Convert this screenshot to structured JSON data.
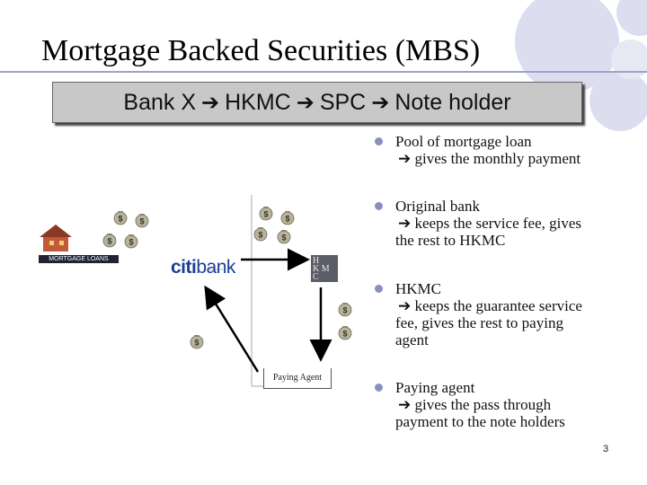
{
  "slide": {
    "title": "Mortgage Backed Securities (MBS)",
    "flow": {
      "items": [
        "Bank X",
        "HKMC",
        "SPC",
        "Note holder"
      ],
      "arrow": "➔"
    },
    "page_number": "3"
  },
  "diagram": {
    "mortgage_label": "MORTGAGE LOANS",
    "bank_logo": {
      "part1": "citi",
      "part2": "bank"
    },
    "hkmc_logo": [
      "H",
      "K M",
      "C"
    ],
    "paying_agent_label": "Paying Agent",
    "money_bag_symbol": "$"
  },
  "bullets": [
    {
      "head": "Pool of mortgage loan",
      "lines": [
        "gives the monthly payment"
      ]
    },
    {
      "head": "Original bank",
      "lines": [
        "keeps the service fee, gives",
        "the rest to HKMC"
      ]
    },
    {
      "head": "HKMC",
      "lines": [
        "keeps the guarantee service",
        "fee, gives the rest to paying",
        "agent"
      ]
    },
    {
      "head": "Paying agent",
      "lines": [
        "gives the pass through",
        "payment to the note holders"
      ]
    }
  ],
  "colors": {
    "circle_fill": "#dcdef0",
    "bullet": "#8a8fc0",
    "citi_blue": "#1b3f94"
  }
}
